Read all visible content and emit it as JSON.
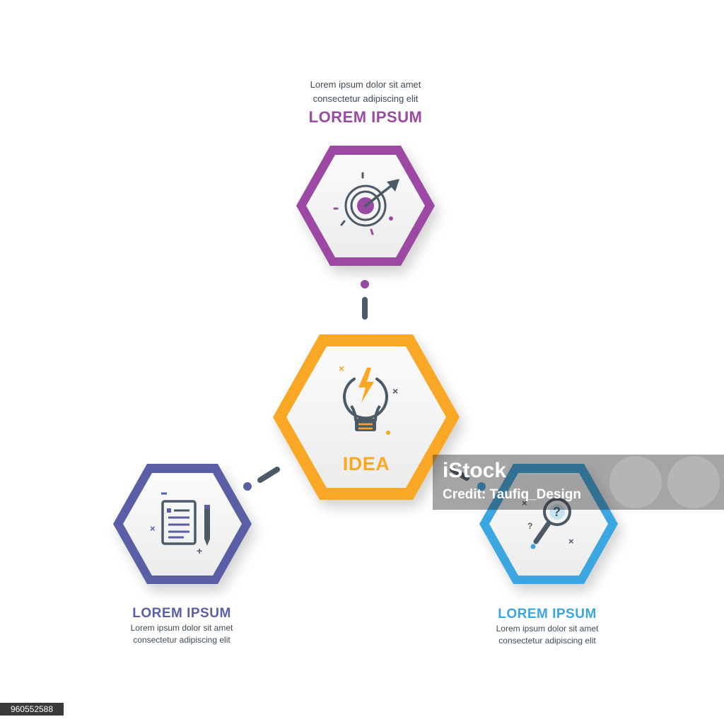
{
  "nodes": {
    "top": {
      "description_line1": "Lorem ipsum dolor sit amet",
      "description_line2": "consectetur adipiscing elit",
      "title": "LOREM IPSUM",
      "color": "#9b4aa3",
      "icon": "target-icon"
    },
    "center": {
      "title": "IDEA",
      "color": "#f9a825",
      "icon": "lightbulb-icon"
    },
    "left": {
      "title": "LOREM IPSUM",
      "description_line1": "Lorem ipsum dolor sit amet",
      "description_line2": "consectetur adipiscing elit",
      "color": "#5a5fa5",
      "icon": "document-pen-icon"
    },
    "right": {
      "title": "LOREM IPSUM",
      "description_line1": "Lorem ipsum dolor sit amet",
      "description_line2": "consectetur adipiscing elit",
      "color": "#3aa6e0",
      "icon": "magnifier-question-icon"
    }
  },
  "connector_color": "#4b5a66",
  "watermark": {
    "brand": "iStock",
    "credit": "Credit: Taufiq_Design"
  },
  "stock_id": "960552588"
}
